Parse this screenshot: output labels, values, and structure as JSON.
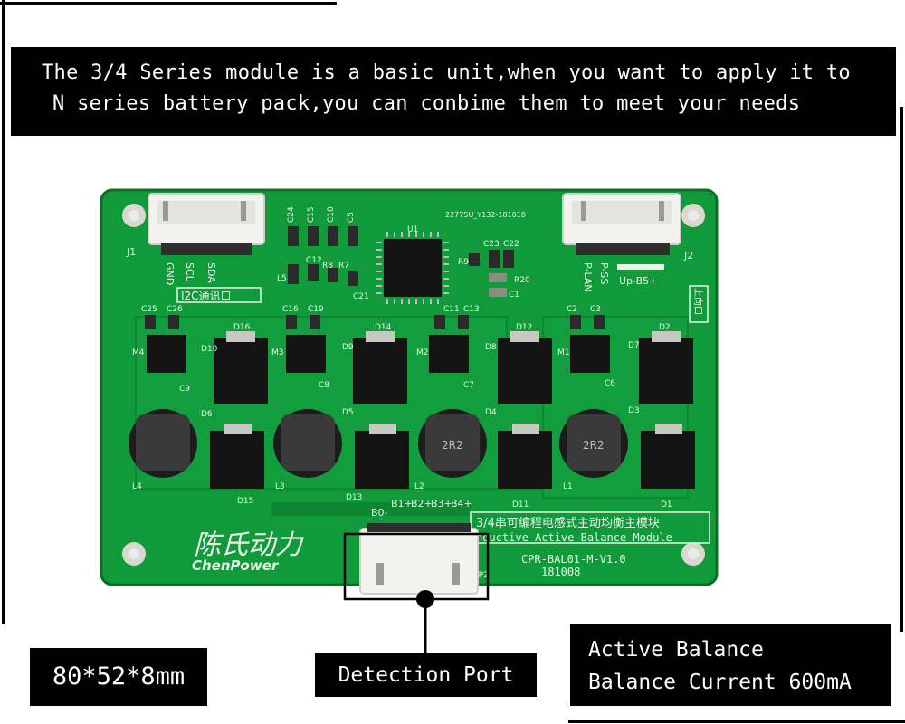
{
  "banner": {
    "line1": "The 3/4 Series module is a basic unit,when you want to apply it to",
    "line2": "N series battery pack,you can conbime them to meet your needs"
  },
  "labels": {
    "dimensions": "80*52*8mm",
    "detection_port": "Detection Port",
    "spec_line1": "Active Balance",
    "spec_line2": "Balance Current 600mA"
  },
  "board": {
    "serial_top": "22775U_Y132-181010",
    "j1": "J1",
    "j1_pins": [
      "GND",
      "SCL",
      "SDA"
    ],
    "i2c_label": "I2C通讯口",
    "j2": "J2",
    "j2_pins": [
      "P-LAN",
      "P-SS"
    ],
    "up_b5": "Up-B5+",
    "up_port": "上向口",
    "jp2": "JP2",
    "bal_pins": [
      "B0-",
      "B1+",
      "B2+",
      "B3+",
      "B4+"
    ],
    "module_cn": "3/4串可编程电感式主动均衡主模块",
    "module_en": "nductive Active Balance Module",
    "part_no": "CPR-BAL01-M-V1.0",
    "date_code": "181008",
    "brand_cn": "陈氏动力",
    "brand_en": "ChenPower",
    "u1": "U1",
    "inductor_marks": [
      "L4",
      "L3",
      "L2",
      "L1"
    ],
    "inductor_codes": [
      "",
      "",
      "2R2",
      "2R2"
    ],
    "diode_top": [
      "D16",
      "D14",
      "D12",
      "D2"
    ],
    "diode_bottom": [
      "D15",
      "D13",
      "D11",
      "D1"
    ],
    "mosfets": [
      "M4",
      "M3",
      "M2",
      "M1"
    ],
    "cap_top": [
      "C25",
      "C26",
      "C16",
      "C19",
      "C11",
      "C13",
      "C2",
      "C3"
    ],
    "top_caps": [
      "C24",
      "C15",
      "C10",
      "C5",
      "C23",
      "C22"
    ],
    "misc_refs": [
      "L5",
      "C12",
      "R8",
      "R7",
      "C21",
      "R9",
      "R20",
      "C1",
      "D10",
      "D9",
      "D8",
      "D7",
      "D6",
      "D5",
      "D4",
      "D3",
      "C9",
      "C8",
      "C7",
      "C6"
    ]
  },
  "colors": {
    "pcb": "#119a3a",
    "pcb_dark": "#0c7a2c",
    "silkscreen": "#eaf3ea",
    "connector": "#f2f2ee",
    "chip": "#141414",
    "banner_bg": "#000000"
  }
}
